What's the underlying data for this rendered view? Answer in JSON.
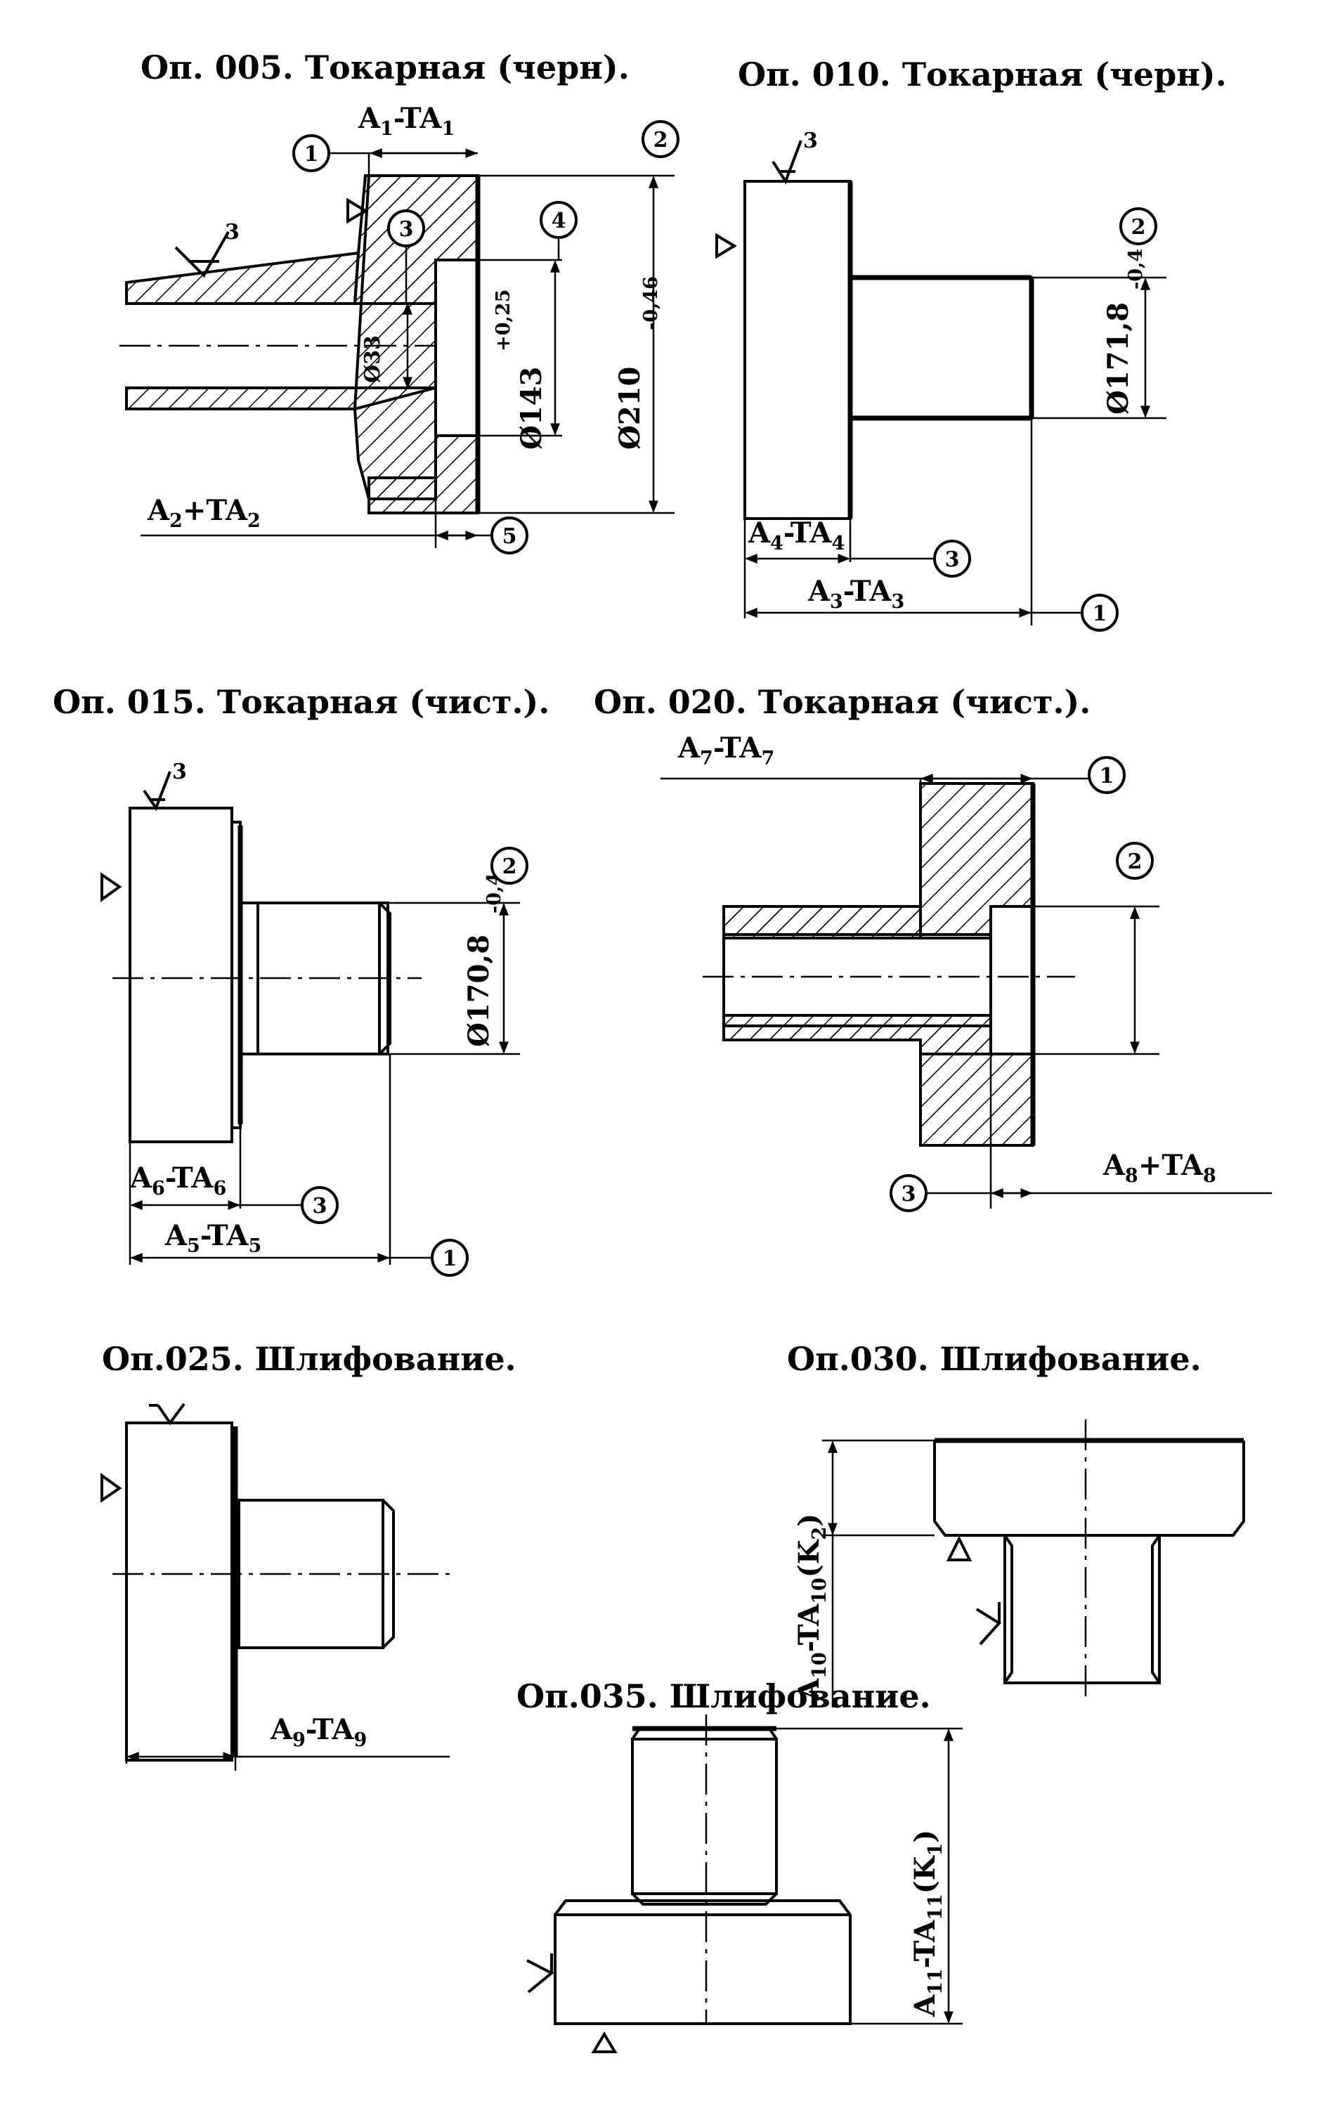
{
  "operations": [
    {
      "id": "op005",
      "title": "Оп. 005. Токарная (черн).",
      "labels": {
        "a1": "A",
        "a1s": "1",
        "a1m": "-TA",
        "a1s2": "1",
        "a2": "A",
        "a2s": "2",
        "a2m": "+TA",
        "a2s2": "2",
        "d33": "Ø33",
        "d143": "Ø143",
        "d143t": "+0,25",
        "d210": "Ø210",
        "d210t": "-0,46",
        "rough": "3"
      },
      "markers": [
        "1",
        "2",
        "3",
        "4",
        "5"
      ]
    },
    {
      "id": "op010",
      "title": "Оп. 010. Токарная (черн).",
      "labels": {
        "a3": "A",
        "a3s": "3",
        "a3m": "-TA",
        "a3s2": "3",
        "a4": "A",
        "a4s": "4",
        "a4m": "-TA",
        "a4s2": "4",
        "d": "Ø171,8",
        "dt": "-0,4",
        "rough": "3"
      },
      "markers": [
        "1",
        "2",
        "3"
      ]
    },
    {
      "id": "op015",
      "title": "Оп. 015. Токарная (чист.).",
      "labels": {
        "a5": "A",
        "a5s": "5",
        "a5m": "-TA",
        "a5s2": "5",
        "a6": "A",
        "a6s": "6",
        "a6m": "-TA",
        "a6s2": "6",
        "d": "Ø170,8",
        "dt": "-0,4",
        "rough": "3"
      },
      "markers": [
        "1",
        "2",
        "3"
      ]
    },
    {
      "id": "op020",
      "title": "Оп. 020. Токарная (чист.).",
      "labels": {
        "a7": "A",
        "a7s": "7",
        "a7m": "-TA",
        "a7s2": "7",
        "a8": "A",
        "a8s": "8",
        "a8m": "+TA",
        "a8s2": "8"
      },
      "markers": [
        "1",
        "2",
        "3"
      ]
    },
    {
      "id": "op025",
      "title": "Оп.025. Шлифование.",
      "labels": {
        "a9": "A",
        "a9s": "9",
        "a9m": "-TA",
        "a9s2": "9"
      }
    },
    {
      "id": "op030",
      "title": "Оп.030. Шлифование.",
      "labels": {
        "a10": "A",
        "a10s": "10",
        "a10m": "-TA",
        "a10s2": "10",
        "a10k": "(K",
        "a10ks": "2",
        "a10ke": ")"
      }
    },
    {
      "id": "op035",
      "title": "Оп.035. Шлифование.",
      "labels": {
        "a11": "A",
        "a11s": "11",
        "a11m": "-TA",
        "a11s2": "11",
        "a11k": "(K",
        "a11ks": "1",
        "a11ke": ")"
      }
    }
  ]
}
